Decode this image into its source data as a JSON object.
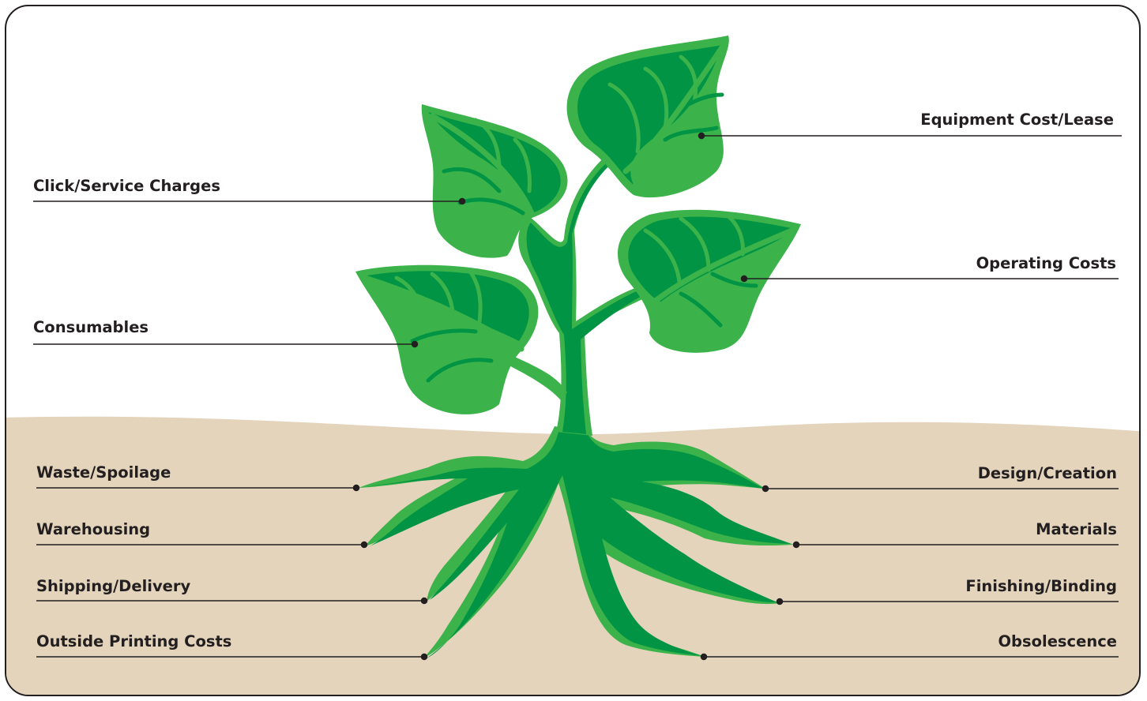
{
  "colors": {
    "frame": "#231f20",
    "sky": "#ffffff",
    "soil": "#e3d4bb",
    "leaf_light": "#3bb34a",
    "leaf_dark": "#009444",
    "callout_line": "#231f20"
  },
  "labels": {
    "above_ground": [
      {
        "text": "Equipment Cost/Lease",
        "side": "right"
      },
      {
        "text": "Click/Service Charges",
        "side": "left"
      },
      {
        "text": "Operating Costs",
        "side": "right"
      },
      {
        "text": "Consumables",
        "side": "left"
      }
    ],
    "below_ground": [
      {
        "text": "Waste/Spoilage",
        "side": "left"
      },
      {
        "text": "Warehousing",
        "side": "left"
      },
      {
        "text": "Shipping/Delivery",
        "side": "left"
      },
      {
        "text": "Outside Printing Costs",
        "side": "left"
      },
      {
        "text": "Design/Creation",
        "side": "right"
      },
      {
        "text": "Materials",
        "side": "right"
      },
      {
        "text": "Finishing/Binding",
        "side": "right"
      },
      {
        "text": "Obsolescence",
        "side": "right"
      }
    ]
  }
}
